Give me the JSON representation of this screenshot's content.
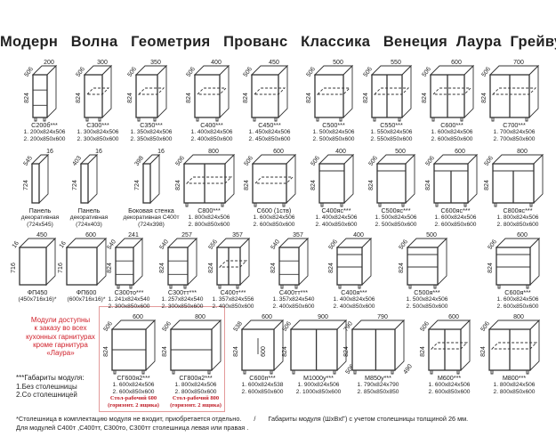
{
  "title": "Модерн   Волна   Геометрия   Прованс   Классика   Венеция  Лаура  Грейвуд",
  "items": [
    {
      "name": "С200б***",
      "l1": "1. 200x824x506",
      "l2": "2. 200x850x600",
      "w": "200",
      "d": "506",
      "h": "824",
      "kind": "shelf"
    },
    {
      "name": "С300***",
      "l1": "1. 300x824x506",
      "l2": "2. 300x850x600",
      "w": "300",
      "d": "506",
      "h": "824",
      "kind": "door1"
    },
    {
      "name": "С350***",
      "l1": "1. 350x824x506",
      "l2": "2. 350x850x600",
      "w": "350",
      "d": "506",
      "h": "824",
      "kind": "door1"
    },
    {
      "name": "С400***",
      "l1": "1. 400x824x506",
      "l2": "2. 400x850x600",
      "w": "400",
      "d": "506",
      "h": "824",
      "kind": "door1"
    },
    {
      "name": "С450***",
      "l1": "1. 450x824x506",
      "l2": "2. 450x850x600",
      "w": "450",
      "d": "506",
      "h": "824",
      "kind": "door1"
    },
    {
      "name": "С500***",
      "l1": "1. 500x824x506",
      "l2": "2. 500x850x600",
      "w": "500",
      "d": "506",
      "h": "824",
      "kind": "door1"
    },
    {
      "name": "С550***",
      "l1": "1. 550x824x506",
      "l2": "2. 550x850x600",
      "w": "550",
      "d": "506",
      "h": "824",
      "kind": "door2"
    },
    {
      "name": "С600***",
      "l1": "1. 600x824x506",
      "l2": "2. 600x850x600",
      "w": "600",
      "d": "506",
      "h": "824",
      "kind": "door2"
    },
    {
      "name": "С700***",
      "l1": "1. 700x824x506",
      "l2": "2. 700x850x600",
      "w": "700",
      "d": "506",
      "h": "824",
      "kind": "door2"
    },
    {
      "name": "Панель",
      "l1": "декоративная",
      "l2": "(724x545)",
      "w": "16",
      "d": "545",
      "h": "724",
      "kind": "panel"
    },
    {
      "name": "Панель",
      "l1": "декоративная",
      "l2": "(724x403)",
      "w": "16",
      "d": "403",
      "h": "724",
      "kind": "panel"
    },
    {
      "name": "Боковая стенка",
      "l1": "декоративная С400т",
      "l2": "(724x398)",
      "w": "16",
      "d": "398",
      "h": "724",
      "kind": "panel"
    },
    {
      "name": "С800***",
      "l1": "1. 800x824x506",
      "l2": "2. 800x850x600",
      "w": "800",
      "d": "506",
      "h": "824",
      "kind": "door2"
    },
    {
      "name": "С600 (1ств)",
      "l1": "1. 600x824x506",
      "l2": "2. 600x850x600",
      "w": "600",
      "d": "506",
      "h": "824",
      "kind": "door1"
    },
    {
      "name": "С400яс***",
      "l1": "1. 400x824x506",
      "l2": "2. 400x850x600",
      "w": "400",
      "d": "506",
      "h": "824",
      "kind": "ys1"
    },
    {
      "name": "С500яс***",
      "l1": "1. 500x824x506",
      "l2": "2. 500x850x600",
      "w": "500",
      "d": "506",
      "h": "824",
      "kind": "ys1"
    },
    {
      "name": "С600яс***",
      "l1": "1. 600x824x506",
      "l2": "2. 600x850x600",
      "w": "600",
      "d": "506",
      "h": "824",
      "kind": "ys2"
    },
    {
      "name": "С800яс***",
      "l1": "1. 800x824x506",
      "l2": "2. 800x850x600",
      "w": "800",
      "d": "506",
      "h": "824",
      "kind": "ys2"
    },
    {
      "name": "ФП450",
      "l1": "(450x716x16)*",
      "l2": "",
      "w": "450",
      "d": "16",
      "h": "716",
      "kind": "facade"
    },
    {
      "name": "ФП600",
      "l1": "(600x716x16)*",
      "l2": "",
      "w": "600",
      "d": "16",
      "h": "716",
      "kind": "facade"
    },
    {
      "name": "С300то***",
      "l1": "1. 241x824x540",
      "l2": "2. 300x850x600",
      "w": "241",
      "d": "540",
      "h": "824",
      "kind": "shelf"
    },
    {
      "name": "С300тт***",
      "l1": "1. 257x824x540",
      "l2": "2. 300x850x600",
      "w": "257",
      "d": "540",
      "h": "824",
      "kind": "shelf"
    },
    {
      "name": "С400т***",
      "l1": "1. 357x824x556",
      "l2": "2. 400x850x600",
      "w": "357",
      "d": "556",
      "h": "824",
      "kind": "door2"
    },
    {
      "name": "С400тт***",
      "l1": "1. 357x824x540",
      "l2": "2. 400x850x600",
      "w": "357",
      "d": "540",
      "h": "824",
      "kind": "shelf"
    },
    {
      "name": "С400я***",
      "l1": "1. 400x824x506",
      "l2": "2. 400x850x600",
      "w": "400",
      "d": "506",
      "h": "824",
      "kind": "drawer3"
    },
    {
      "name": "С500я***",
      "l1": "1. 500x824x506",
      "l2": "2. 500x850x600",
      "w": "500",
      "d": "506",
      "h": "824",
      "kind": "drawer3"
    },
    {
      "name": "С600я***",
      "l1": "1. 600x824x506",
      "l2": "2. 600x850x600",
      "w": "600",
      "d": "506",
      "h": "824",
      "kind": "drawer3"
    },
    {
      "name": "СГ600я2***",
      "l1": "1. 600x824x506",
      "l2": "2. 600x850x600",
      "sub1": "Стол-рабочий 600",
      "sub2": "(горизонт. 2 ящика)",
      "w": "600",
      "d": "506",
      "h": "824",
      "kind": "drawer2"
    },
    {
      "name": "СГ800я2***",
      "l1": "1. 800x824x506",
      "l2": "2. 800x850x600",
      "sub1": "Стол-рабочий 800",
      "sub2": "(горизонт. 2 ящика)",
      "w": "800",
      "d": "506",
      "h": "824",
      "kind": "drawer2"
    },
    {
      "name": "С600п***",
      "l1": "1. 600x824x538",
      "l2": "2. 600x850x600",
      "w": "600",
      "d": "538",
      "h": "824",
      "inner": "600",
      "kind": "open"
    },
    {
      "name": "М1000у***",
      "l1": "1. 900x824x506",
      "l2": "2. 1000x850x600",
      "w": "900",
      "d": "506",
      "h": "824",
      "d2": "506",
      "kind": "corner"
    },
    {
      "name": "М850у***",
      "l1": "1. 790x824x790",
      "l2": "2. 850x850x850",
      "w": "790",
      "d": "790",
      "h": "824",
      "d2": "490",
      "kind": "corner2"
    },
    {
      "name": "М600***",
      "l1": "1. 600x824x506",
      "l2": "2. 600x850x600",
      "w": "600",
      "d": "506",
      "h": "824",
      "kind": "door2"
    },
    {
      "name": "М800***",
      "l1": "1. 800x824x506",
      "l2": "2. 800x850x600",
      "w": "800",
      "d": "506",
      "h": "824",
      "kind": "door2"
    }
  ],
  "red_note": [
    "Модули доступны",
    "к заказу во всех",
    "кухонных гарнитурах",
    "кроме гарнитура",
    "«Лаура»"
  ],
  "legend": [
    "***Габариты модуля:",
    "1.Без столешницы",
    "2.Со столешницей"
  ],
  "footnote": {
    "line1": "*Столешница в комплектацию модуля не входит, приобретается отдельно.",
    "sep": "/",
    "line1b": "Габариты модуля (ШxВxГ) с учетом столешницы толщиной 26 мм.",
    "line2": "Для модулей С400т ,С400тт, С300то, С300тт столешница левая или правая ."
  },
  "colors": {
    "accent_red": "#d0202a",
    "line": "#333333"
  }
}
